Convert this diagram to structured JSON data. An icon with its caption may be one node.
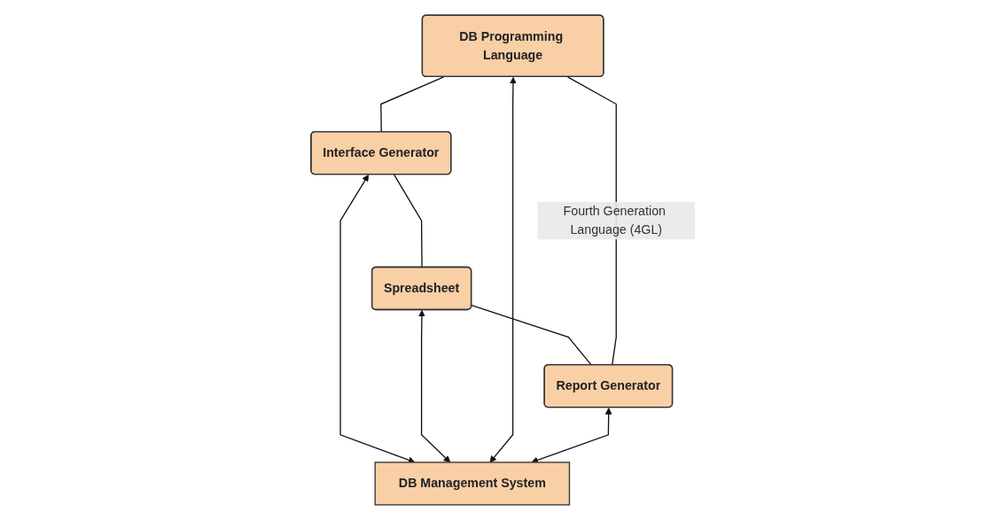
{
  "diagram": {
    "nodes": [
      {
        "text": [
          "Interface Generator"
        ]
      },
      {
        "text": [
          "Spreadsheet"
        ]
      },
      {
        "text": [
          "DB Programming Language"
        ]
      },
      {
        "text": [
          "Report Generator"
        ]
      },
      {
        "text": [
          "DB Management System"
        ]
      }
    ],
    "edges": [
      {
        "from": 2,
        "to": 0,
        "arrow": "none"
      },
      {
        "from": 0,
        "to": 1,
        "arrow": "none"
      },
      {
        "from": 1,
        "to": 3,
        "arrow": "none"
      },
      {
        "from": 2,
        "to": 3,
        "arrow": "none",
        "label": "Fourth Generation Language (4GL)"
      },
      {
        "from": 0,
        "to": 4,
        "arrow": "both"
      },
      {
        "from": 1,
        "to": 4,
        "arrow": "both"
      },
      {
        "from": 2,
        "to": 4,
        "arrow": "both"
      },
      {
        "from": 3,
        "to": 4,
        "arrow": "both"
      }
    ]
  }
}
